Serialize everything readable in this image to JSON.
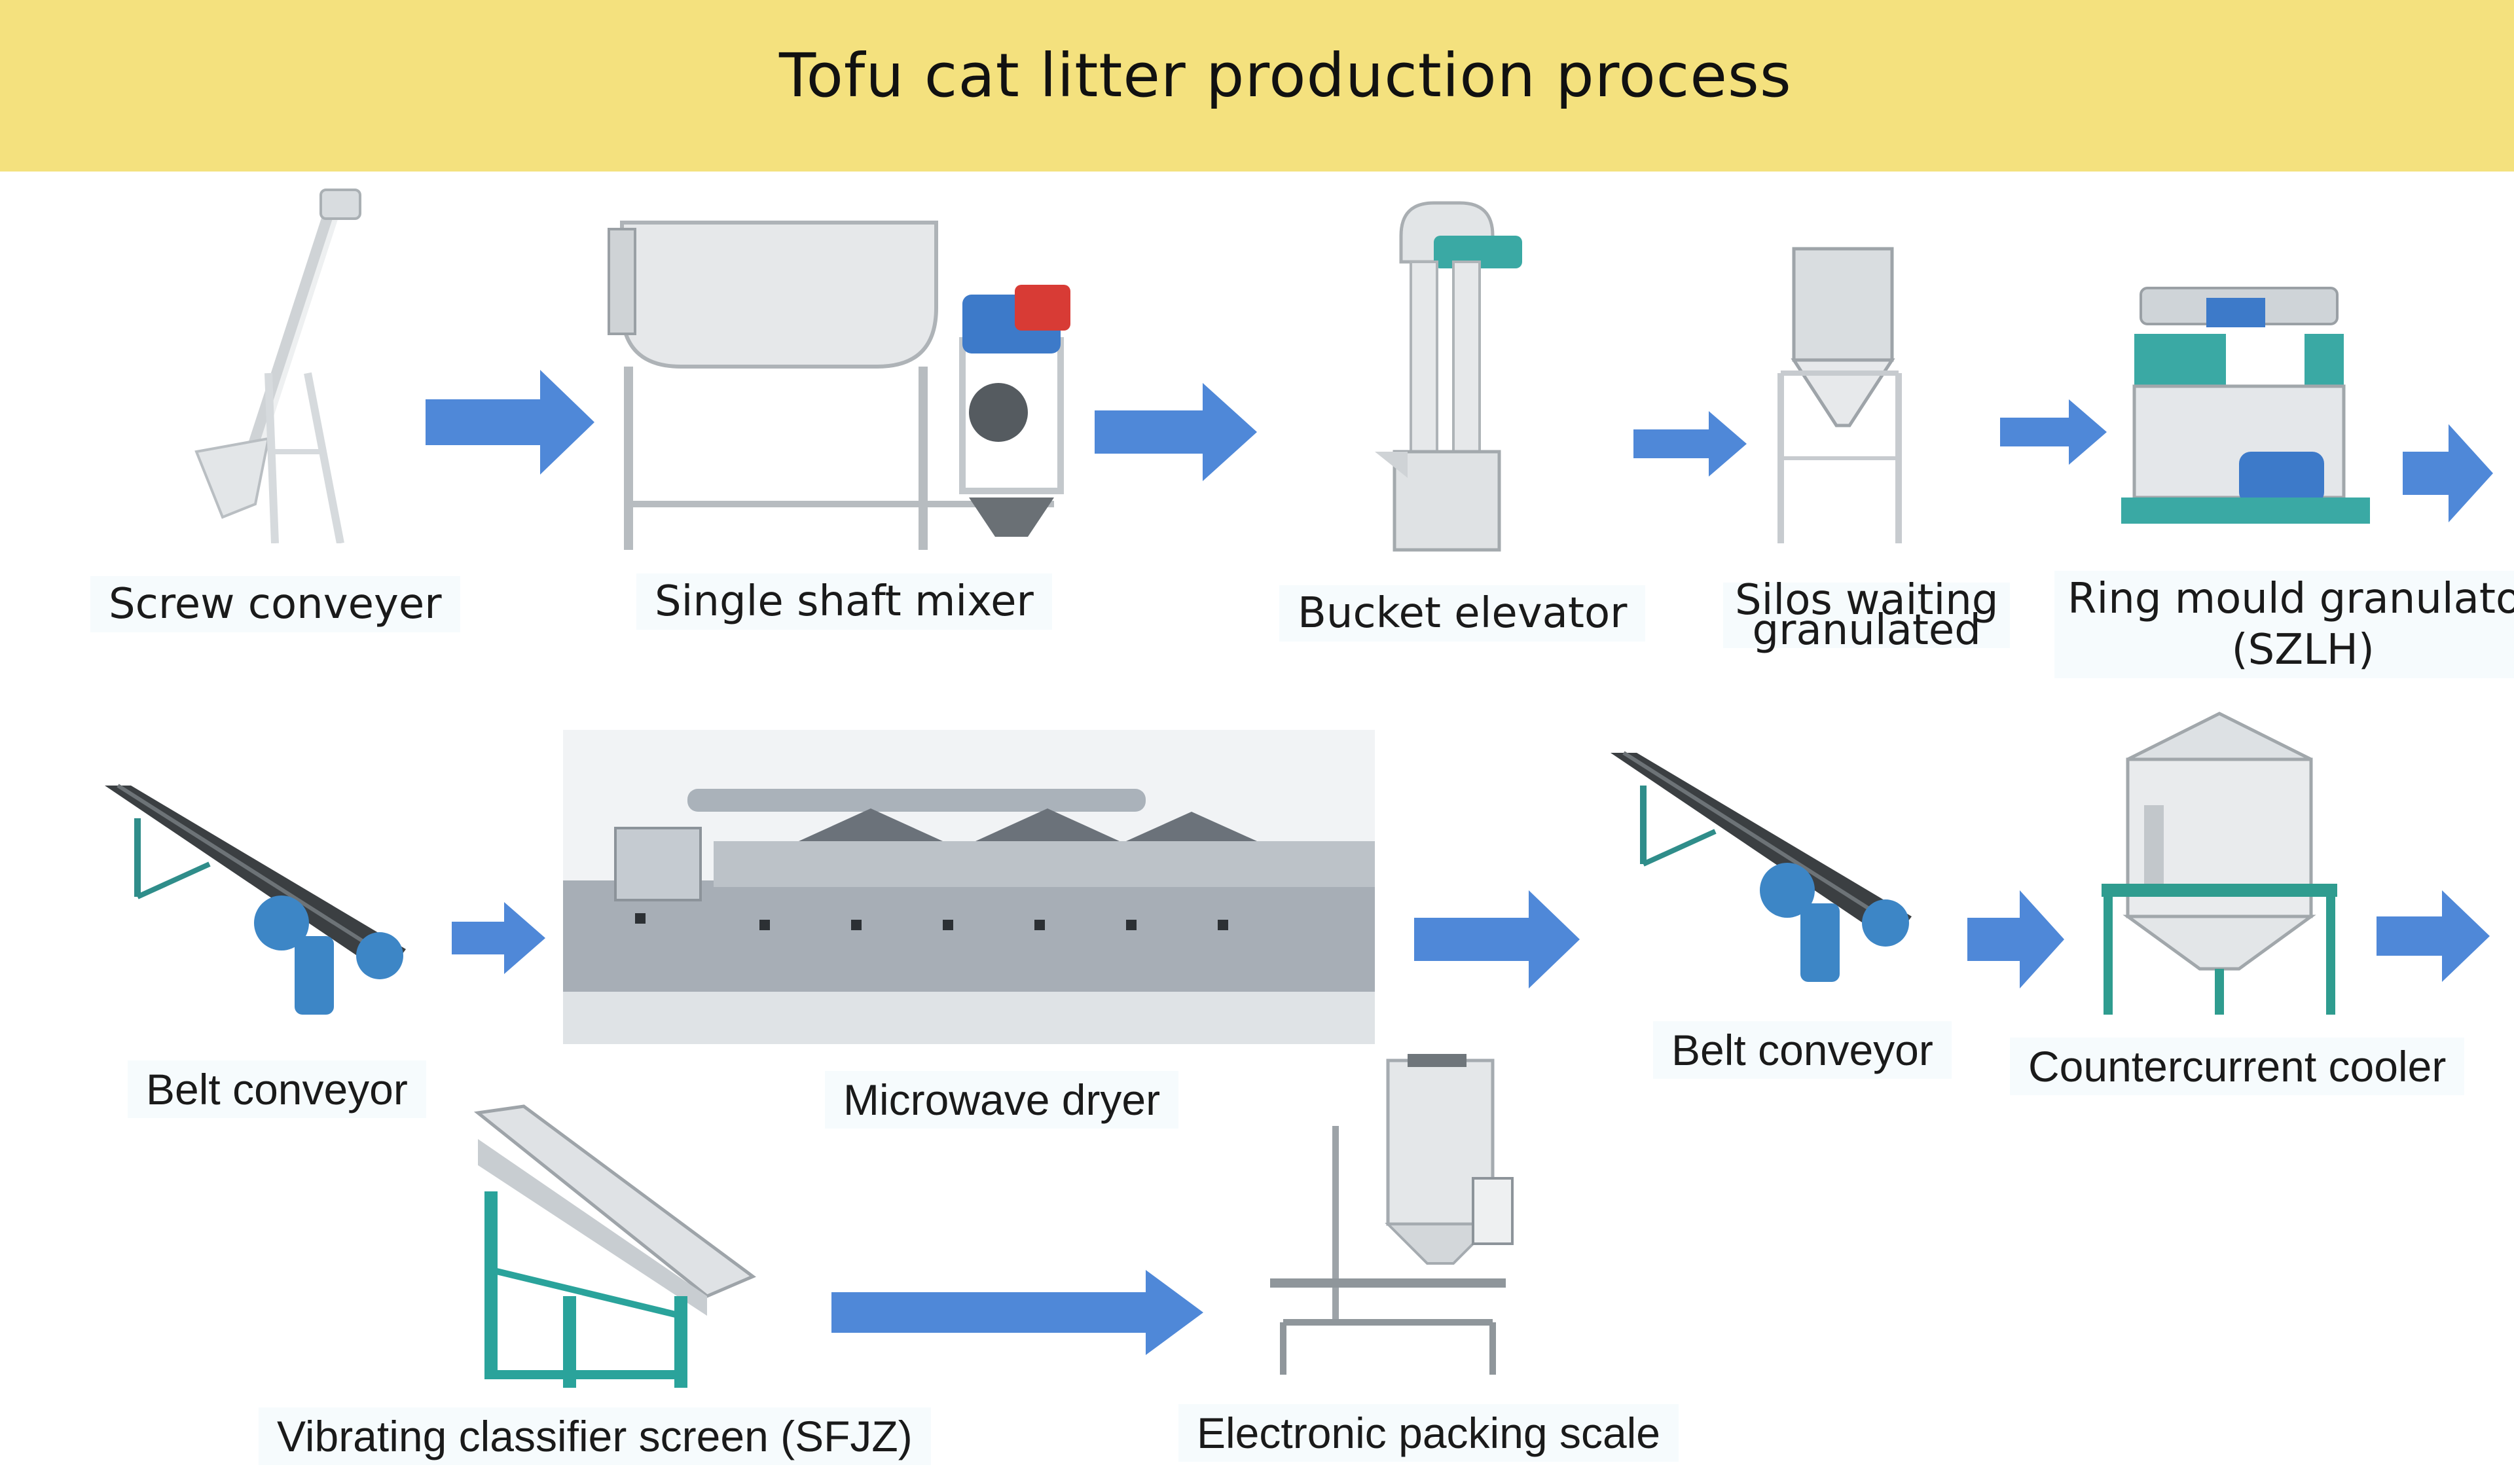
{
  "title": "Tofu cat litter production process",
  "colors": {
    "banner": "#f4e17e",
    "arrow": "#4f88d8",
    "teal": "#3aa9a4",
    "steel": "#c9ced3",
    "blue_motor": "#3d7ac9"
  },
  "steps": [
    {
      "label": "Screw conveyer"
    },
    {
      "label": "Single shaft mixer"
    },
    {
      "label": "Bucket elevator"
    },
    {
      "label_line1": "Silos waiting",
      "label_line2": "granulated"
    },
    {
      "label_line1": "Ring mould granulator",
      "label_line2": "(SZLH)"
    },
    {
      "label": "Belt conveyor"
    },
    {
      "label": "Microwave dryer"
    },
    {
      "label": "Belt conveyor"
    },
    {
      "label": "Countercurrent cooler"
    },
    {
      "label": "Vibrating classifier screen (SFJZ)"
    },
    {
      "label": "Electronic packing scale"
    }
  ]
}
